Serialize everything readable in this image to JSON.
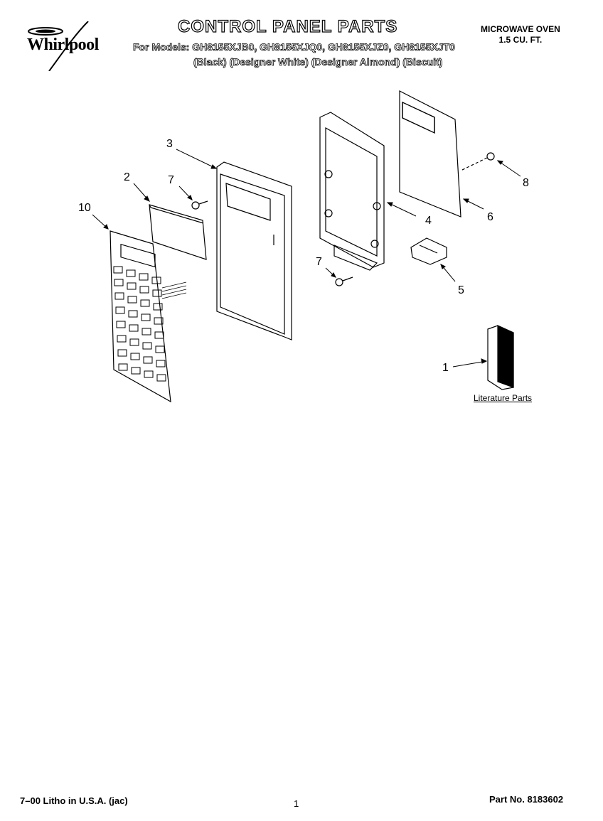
{
  "header": {
    "brand": "Whirlpool",
    "title": "CONTROL PANEL PARTS",
    "models_line": "For Models: GH8155XJB0, GH8155XJQ0, GH8155XJZ0, GH8155XJT0",
    "colors_line": "(Black)  (Designer White) (Designer Almond)  (Biscuit)",
    "product_line1": "MICROWAVE OVEN",
    "product_line2": "1.5 CU. FT."
  },
  "callouts": {
    "c1": "1",
    "c2": "2",
    "c3": "3",
    "c4": "4",
    "c5": "5",
    "c6": "6",
    "c7a": "7",
    "c7b": "7",
    "c8": "8",
    "c10": "10"
  },
  "literature_label": "Literature Parts",
  "footer": {
    "litho": "7–00 Litho in U.S.A. (jac)",
    "page": "1",
    "part_no": "Part No. 8183602"
  }
}
